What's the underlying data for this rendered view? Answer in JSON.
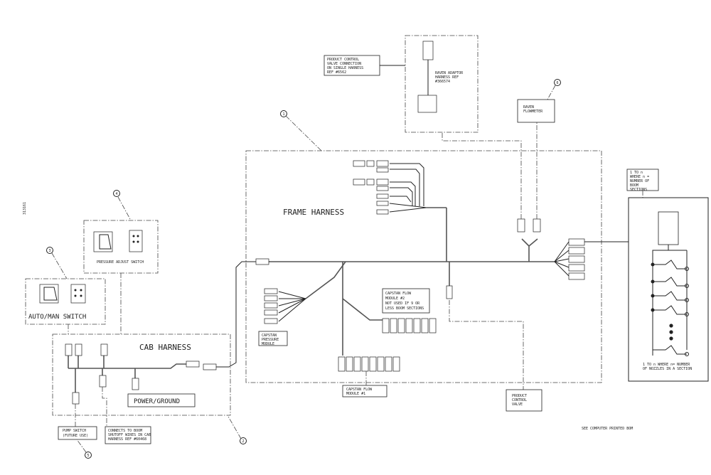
{
  "side_code": "313161",
  "harness_labels": {
    "frame": "FRAME HARNESS",
    "cab": "CAB HARNESS"
  },
  "switch_labels": {
    "auto_man": "AUTO/MAN SWITCH",
    "pressure_adjust": "PRESSURE ADJUST SWITCH",
    "power_ground": "POWER/GROUND"
  },
  "callouts": {
    "c1": "1",
    "c2": "2",
    "c3": "3",
    "c4": "4",
    "c5": "5",
    "c6": "6"
  },
  "notes": {
    "product_control_conn": [
      "PRODUCT CONTROL",
      "VALVE CONNECTION",
      "ON SINGLE HARNESS",
      "REF #6562"
    ],
    "raven_adaptor": [
      "RAVEN ADAPTOR",
      "HARNESS REF",
      "#366574"
    ],
    "raven_flowmeter": [
      "RAVEN",
      "FLOWMETER"
    ],
    "boom_sections": [
      "1 TO n",
      "WHERE n =",
      "NUMBER OF",
      "BOOM",
      "SECTIONS"
    ],
    "capstan_flow_2": [
      "CAPSTAN FLOW",
      "MODULE #2",
      "NOT USED IF 9 OR",
      "LESS BOOM SECTIONS"
    ],
    "capstan_pressure": [
      "CAPSTAN",
      "PRESSURE",
      "MODULE"
    ],
    "capstan_flow_1": [
      "CAPSTAN FLOW",
      "MODULE #1"
    ],
    "product_control_valve": [
      "PRODUCT",
      "CONTROL",
      "VALVE"
    ],
    "nozzles": [
      "1 TO n WHERE n= NUMBER",
      "OF NOZZLES IN A SECTION"
    ],
    "pump_switch": [
      "PUMP SWITCH",
      "(FUTURE USE)"
    ],
    "boom_shutoff": [
      "CONNECTS TO BOOM",
      "SHUTOFF WIRES IN CAB",
      "HARNESS REF #60468"
    ],
    "see_computer": "SEE COMPUTER PRINTED BOM"
  }
}
